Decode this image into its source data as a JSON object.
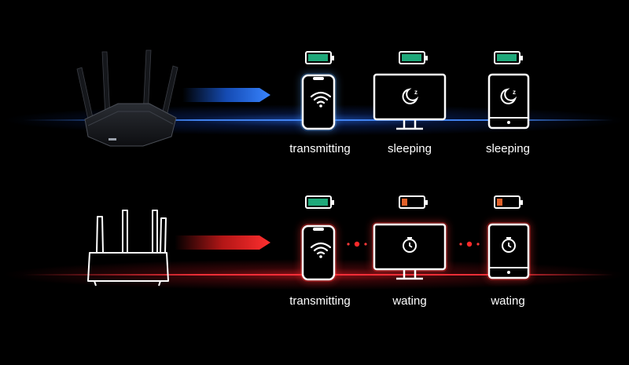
{
  "top_row": {
    "devices": [
      {
        "label": "transmitting",
        "icon": "wifi-icon",
        "battery": "full"
      },
      {
        "label": "sleeping",
        "icon": "moon-icon",
        "battery": "full"
      },
      {
        "label": "sleeping",
        "icon": "moon-icon",
        "battery": "full"
      }
    ],
    "accent_color": "#1e6bff"
  },
  "bottom_row": {
    "devices": [
      {
        "label": "transmitting",
        "icon": "wifi-icon",
        "battery": "full"
      },
      {
        "label": "wating",
        "icon": "stopwatch-icon",
        "battery": "low"
      },
      {
        "label": "wating",
        "icon": "stopwatch-icon",
        "battery": "low"
      }
    ],
    "accent_color": "#ff2a2a"
  },
  "colors": {
    "battery_full": "#1fa87a",
    "battery_low": "#e0612a",
    "background": "#000000"
  }
}
